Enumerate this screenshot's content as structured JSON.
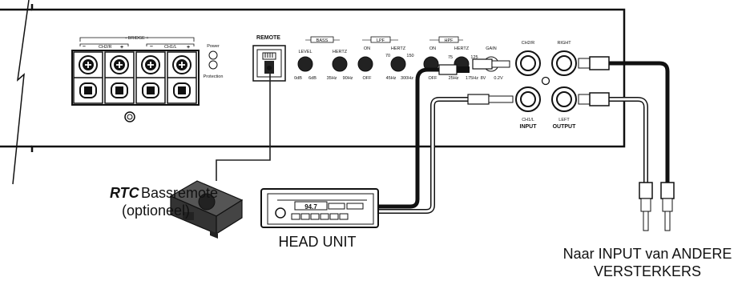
{
  "amplifier": {
    "bridge_label": "- BRIDGE +",
    "terminal_minus_left": "–",
    "terminal_ch2r": "CH2/R",
    "terminal_plus_left": "+",
    "terminal_minus_right": "–",
    "terminal_ch1l": "CH1/L",
    "terminal_plus_right": "+",
    "power_label": "Power",
    "protection_label": "Protection",
    "remote_label": "REMOTE",
    "bass_box": "BASS",
    "bass_level": "LEVEL",
    "bass_hertz": "HERTZ",
    "bass_level_min": "0dB",
    "bass_level_max": "6dB",
    "bass_hertz_min": "35Hz",
    "bass_hertz_max": "90Hz",
    "lpf_box": "LPF",
    "lpf_on": "ON",
    "lpf_hertz": "HERTZ",
    "lpf_off": "OFF",
    "lpf_hz_min": "45Hz",
    "lpf_hz_max": "300Hz",
    "lpf_hz_70": "70",
    "lpf_hz_150": "150",
    "hpf_box": "HPF",
    "hpf_on": "ON",
    "hpf_hertz": "HERTZ",
    "hpf_off": "OFF",
    "hpf_hz_min": "25Hz",
    "hpf_hz_max": "175Hz",
    "hpf_hz_75": "75",
    "hpf_hz_125": "125",
    "gain_label": "GAIN",
    "gain_min": "8V",
    "gain_max": "0.2V",
    "ch2r_label": "CH2/R",
    "right_label": "RIGHT",
    "ch1l_label": "CH1/L",
    "left_label": "LEFT",
    "input_label": "INPUT",
    "output_label": "OUTPUT"
  },
  "remote": {
    "brand": "RTC",
    "name": " Bassremote",
    "note": "(optioneel)"
  },
  "head_unit": {
    "display": "94.7",
    "label": "HEAD UNIT"
  },
  "outputs": {
    "line1": "Naar INPUT van ANDERE",
    "line2": "VERSTERKERS"
  }
}
